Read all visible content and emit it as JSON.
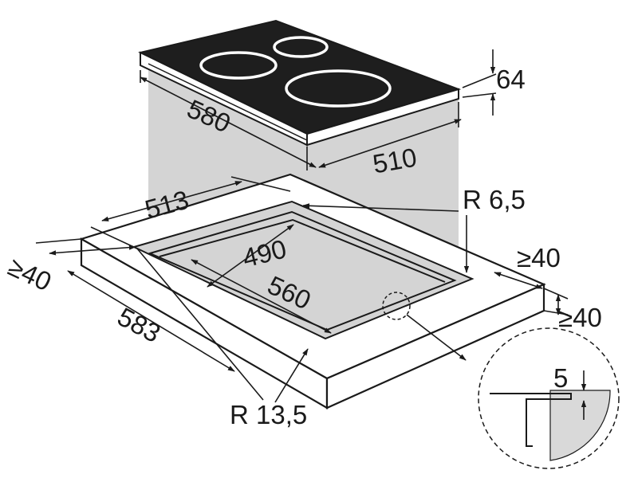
{
  "colors": {
    "ink": "#1a1a1a",
    "cooktop_glass": "#1e1e1e",
    "burner_ring": "#ffffff",
    "cutout_shade": "#d4d4d4",
    "detail_shade": "#d9d9d9",
    "background": "#ffffff"
  },
  "dimensions": {
    "cooktop_height": "64",
    "cooktop_depth": "580",
    "cooktop_width": "510",
    "outer_width": "513",
    "cutout_radius": "R 6,5",
    "inner_depth": "490",
    "inner_width": "560",
    "clearance_right": "≥40",
    "clearance_front": "≥40",
    "clearance_left": "≥40",
    "outer_depth": "583",
    "corner_radius": "R 13,5",
    "rebate_depth": "5"
  }
}
